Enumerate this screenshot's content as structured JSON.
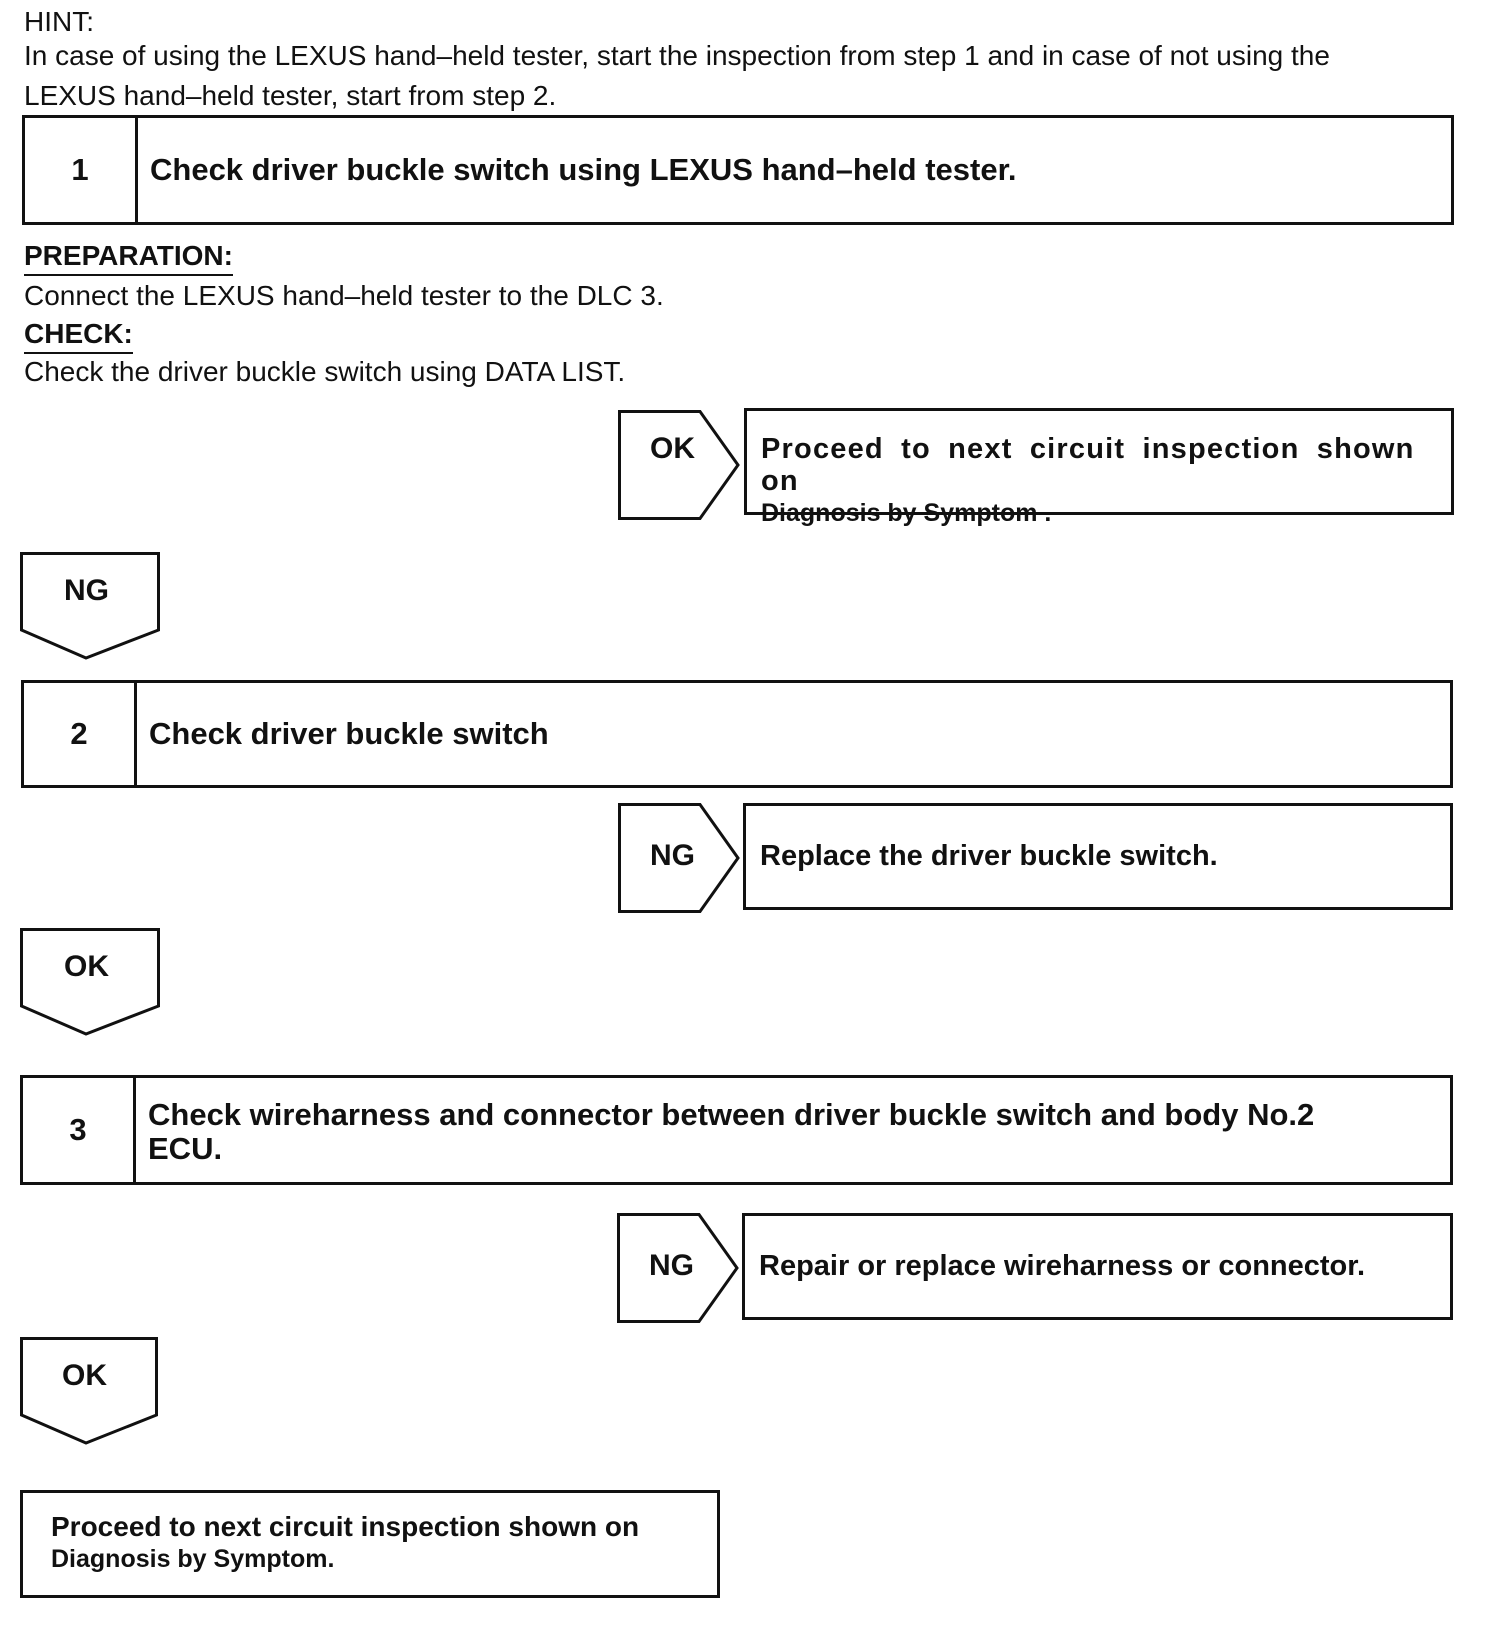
{
  "hint": {
    "heading": "HINT:",
    "line1": "In case of using the LEXUS hand–held tester, start the inspection from step 1 and in case of not using the",
    "line2": "LEXUS hand–held tester, start from step 2."
  },
  "step1": {
    "number": "1",
    "title": "Check driver buckle switch using LEXUS hand–held tester.",
    "preparation_heading": "PREPARATION:",
    "preparation_text": "Connect the LEXUS hand–held tester to the DLC 3.",
    "check_heading": "CHECK:",
    "check_text": "Check the driver buckle switch using DATA LIST.",
    "branch_label": "OK",
    "branch_result_line1": "Proceed to next circuit inspection shown on",
    "branch_result_line2": "Diagnosis by Symptom .",
    "down_label": "NG"
  },
  "step2": {
    "number": "2",
    "title": "Check driver buckle switch",
    "branch_label": "NG",
    "branch_result": "Replace the driver buckle switch.",
    "down_label": "OK"
  },
  "step3": {
    "number": "3",
    "title_line1": "Check wireharness and connector between driver buckle switch and body No.2",
    "title_line2": "ECU.",
    "branch_label": "NG",
    "branch_result": "Repair or replace wireharness or connector.",
    "down_label": "OK"
  },
  "final": {
    "line1": "Proceed to next circuit inspection shown on",
    "line2": "Diagnosis by Symptom."
  }
}
